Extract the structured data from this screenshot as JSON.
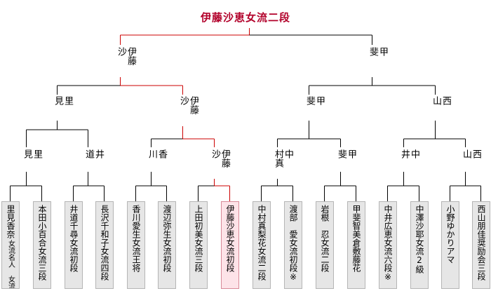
{
  "champion": "伊藤沙恵女流二段",
  "semifinal": [
    {
      "name": "伊藤\n沙"
    },
    {
      "name": "甲\n斐"
    }
  ],
  "quarterfinal": [
    {
      "name": "里\n見"
    },
    {
      "name": "伊藤\n沙"
    },
    {
      "name": "甲\n斐"
    },
    {
      "name": "西\n山"
    }
  ],
  "round2": [
    {
      "name": "里\n見"
    },
    {
      "name": "井\n道"
    },
    {
      "name": "香\n川"
    },
    {
      "name": "伊藤\n沙"
    },
    {
      "name": "中\n村真"
    },
    {
      "name": "甲\n斐"
    },
    {
      "name": "中\n井"
    },
    {
      "name": "西\n山"
    }
  ],
  "players": [
    {
      "main": "里見香奈",
      "sub": "女流名人 女流王位"
    },
    {
      "main": "本田小百合女流三段",
      "sub": ""
    },
    {
      "main": "井道千尋女流初段",
      "sub": ""
    },
    {
      "main": "長沢千和子女流四段",
      "sub": ""
    },
    {
      "main": "香川愛生女流王将",
      "sub": ""
    },
    {
      "main": "渡辺弥生女流初段",
      "sub": ""
    },
    {
      "main": "上田初美女流三段",
      "sub": ""
    },
    {
      "main": "伊藤沙恵女流初段",
      "sub": ""
    },
    {
      "main": "中村真梨花女流二段",
      "sub": ""
    },
    {
      "main": "渡部　愛女流初段※",
      "sub": ""
    },
    {
      "main": "岩根　忍女流二段",
      "sub": ""
    },
    {
      "main": "甲斐智美倉敷藤花",
      "sub": ""
    },
    {
      "main": "中井広恵女流六段※",
      "sub": ""
    },
    {
      "main": "中澤沙耶女流2級",
      "sub": ""
    },
    {
      "main": "小野ゆかりアマ",
      "sub": ""
    },
    {
      "main": "西山朋佳奨励会三段",
      "sub": ""
    }
  ],
  "colors": {
    "win_line": "#cc0000",
    "line": "#000000",
    "player_bg": "#e6e6e6",
    "winner_bg": "#fde3e8"
  }
}
